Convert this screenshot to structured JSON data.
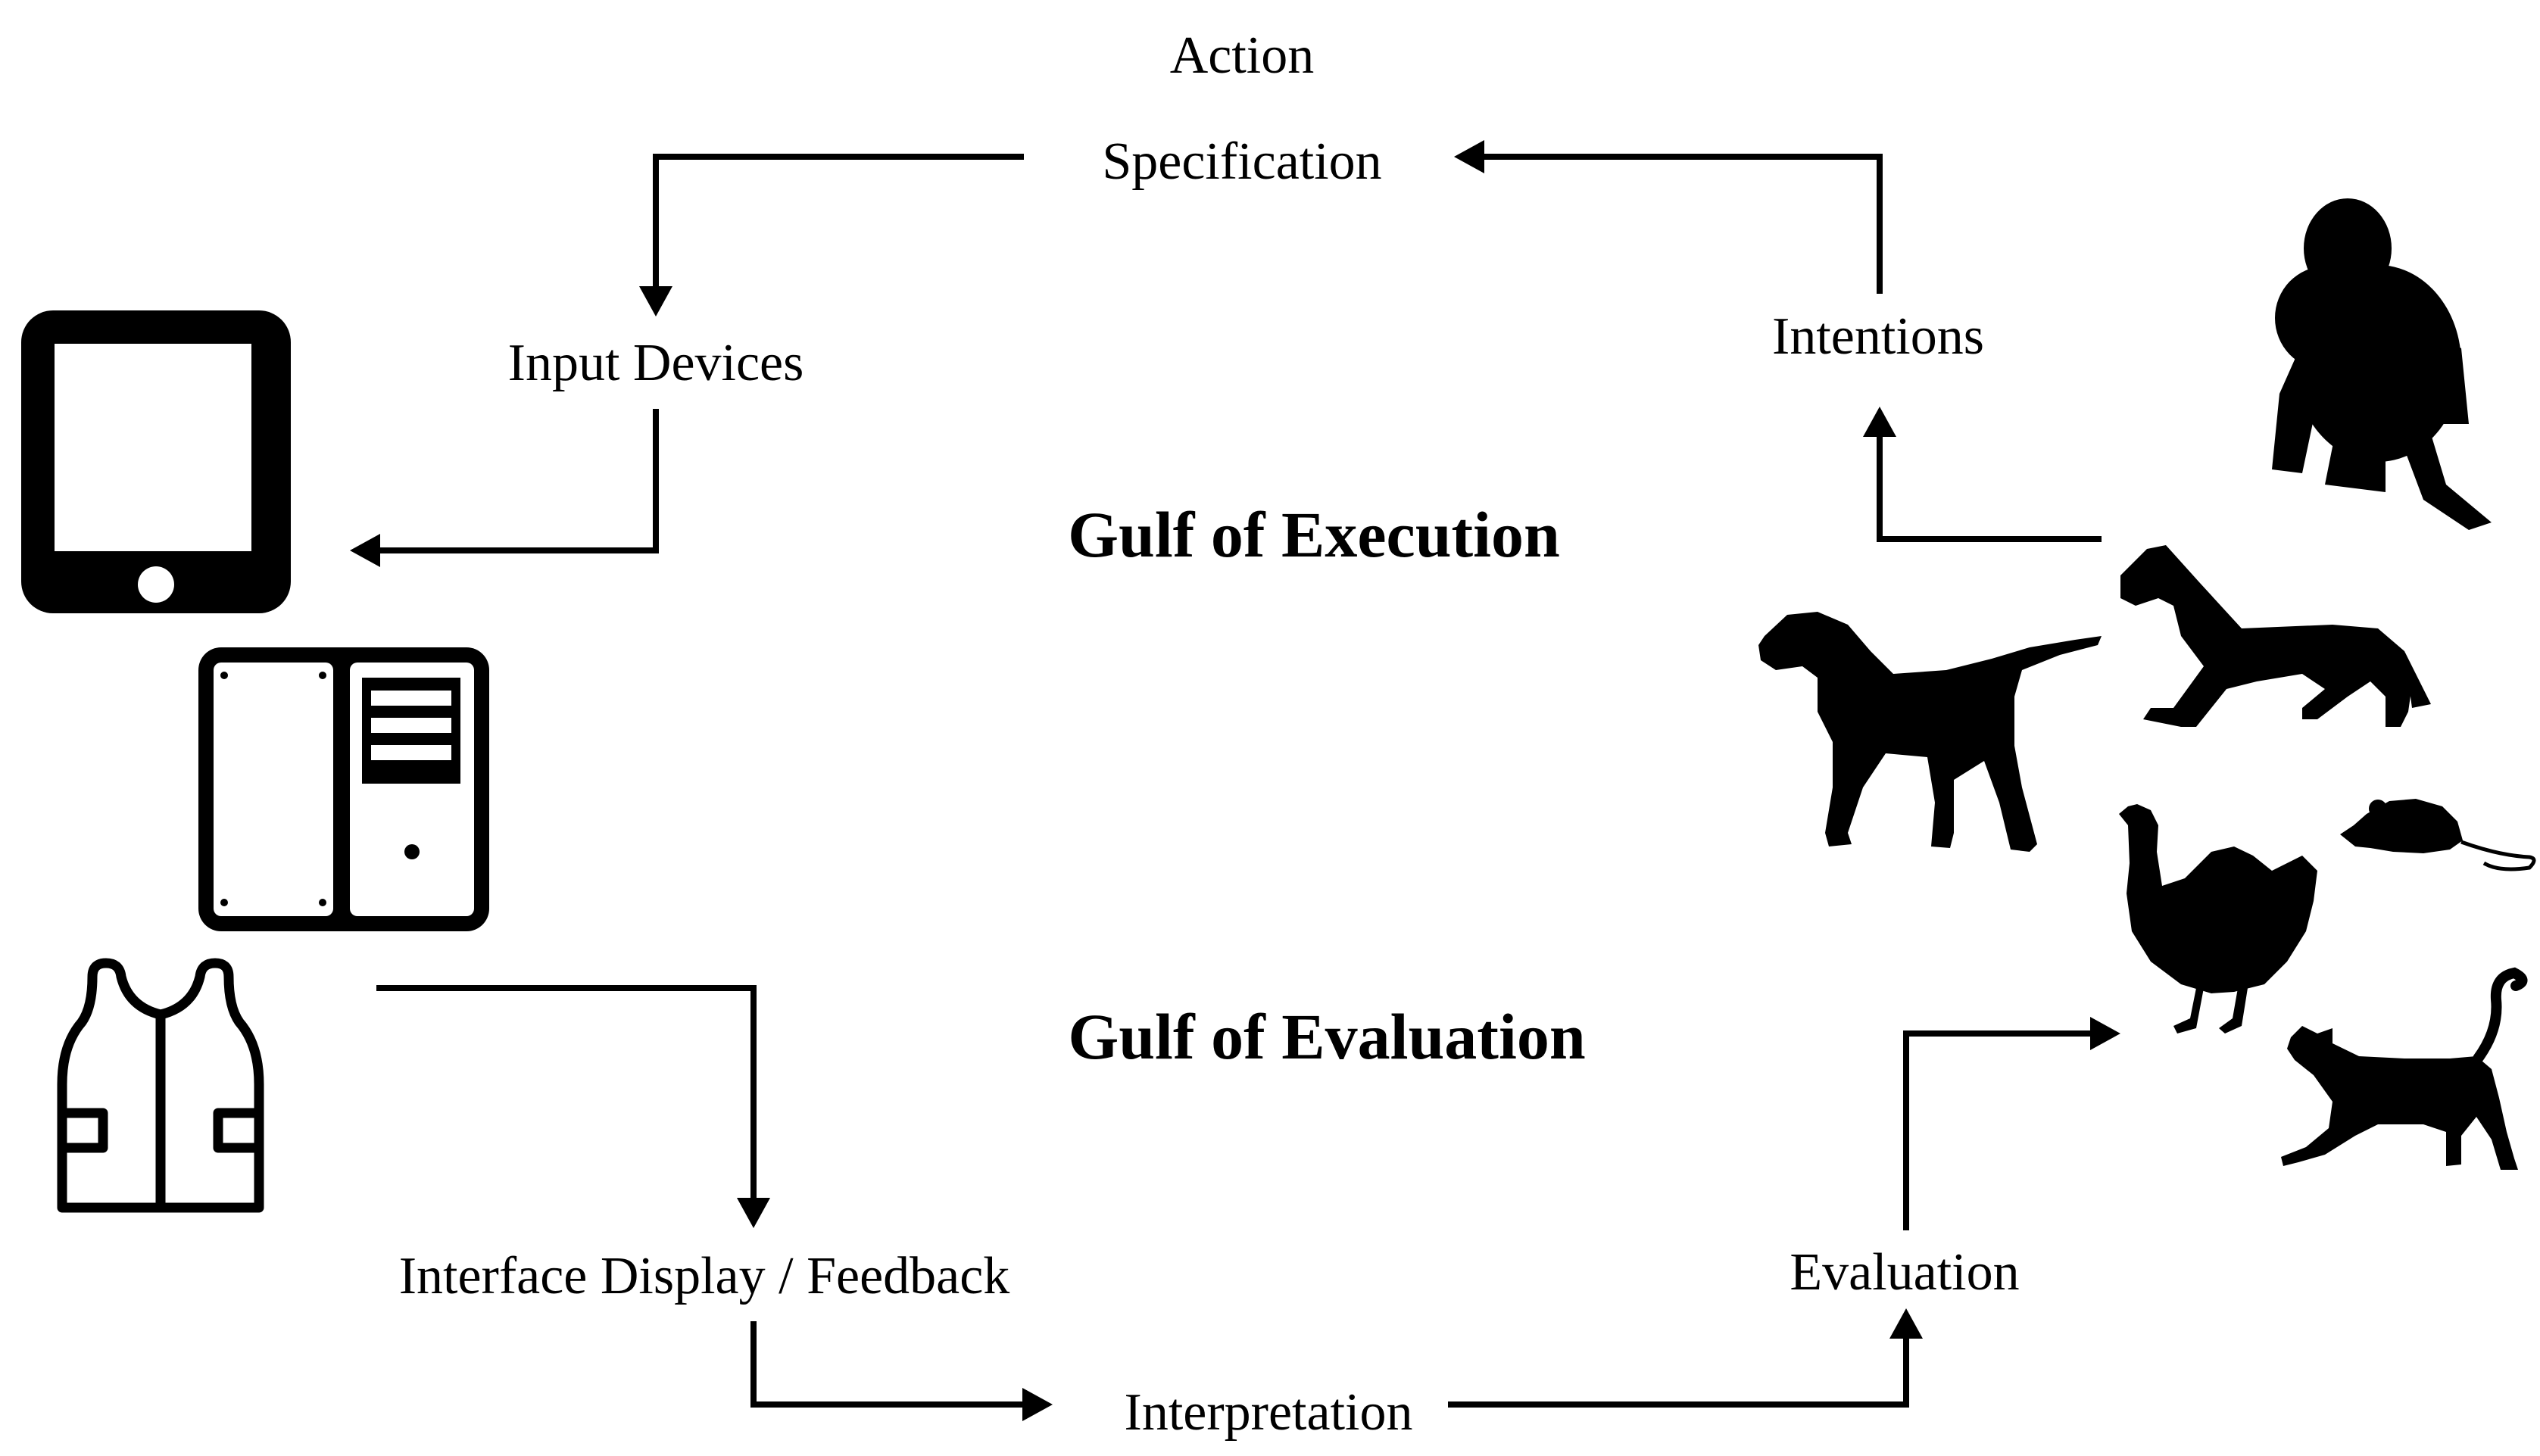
{
  "labels": {
    "action": "Action",
    "specification": "Specification",
    "input_devices": "Input Devices",
    "intentions": "Intentions",
    "gulf_execution": "Gulf of Execution",
    "gulf_evaluation": "Gulf of Evaluation",
    "interface_display": "Interface Display / Feedback",
    "interpretation": "Interpretation",
    "evaluation": "Evaluation"
  },
  "icons": {
    "devices": [
      "tablet-icon",
      "computer-tower-icon",
      "vest-icon"
    ],
    "animals": [
      "ape-icon",
      "horse-icon",
      "dog-icon",
      "chicken-icon",
      "mouse-icon",
      "cat-icon"
    ]
  },
  "colors": {
    "ink": "#000000",
    "background": "#ffffff"
  }
}
